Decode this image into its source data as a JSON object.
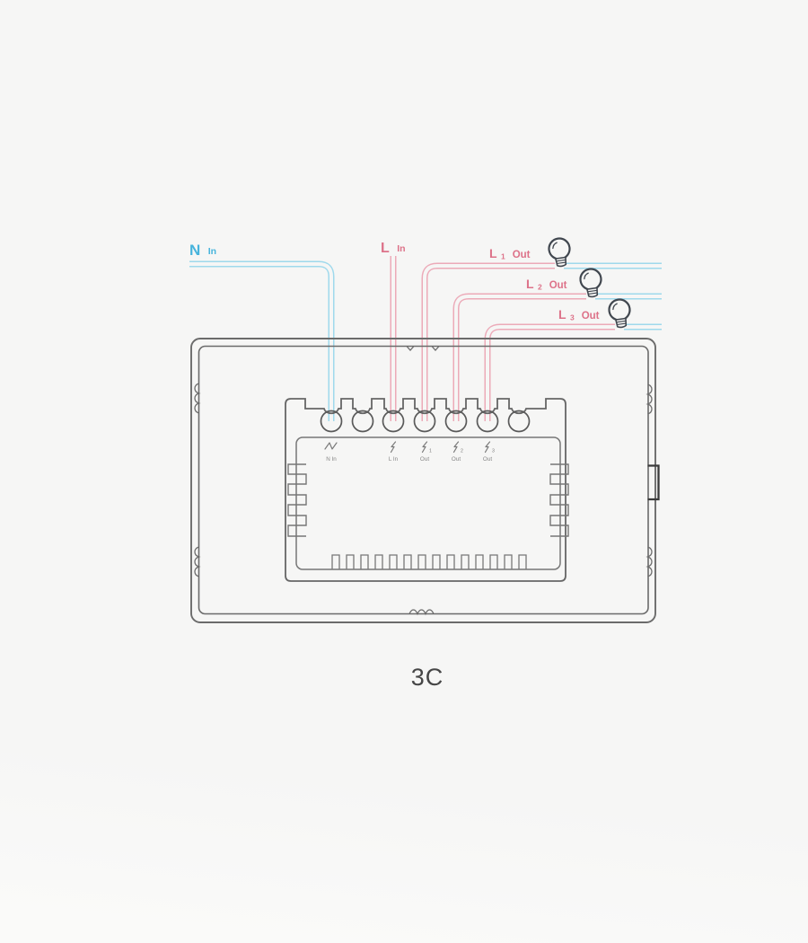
{
  "model_label": "3C",
  "wire_labels": {
    "n_in": {
      "main": "N",
      "sub": "In"
    },
    "l_in": {
      "main": "L",
      "sub": "In"
    },
    "l1_out": {
      "main": "L",
      "sub": "1",
      "rest": "Out"
    },
    "l2_out": {
      "main": "L",
      "sub": "2",
      "rest": "Out"
    },
    "l3_out": {
      "main": "L",
      "sub": "3",
      "rest": "Out"
    }
  },
  "terminals": {
    "count": 7,
    "items": [
      {
        "name": "terminal-n-in",
        "icon": "wave-icon",
        "icon_sub": "",
        "label": "N In"
      },
      {
        "name": "terminal-unused-1",
        "icon": "",
        "icon_sub": "",
        "label": ""
      },
      {
        "name": "terminal-l-in",
        "icon": "lightning-icon",
        "icon_sub": "",
        "label": "L In"
      },
      {
        "name": "terminal-l1-out",
        "icon": "lightning-icon",
        "icon_sub": "1",
        "label": "Out"
      },
      {
        "name": "terminal-l2-out",
        "icon": "lightning-icon",
        "icon_sub": "2",
        "label": "Out"
      },
      {
        "name": "terminal-l3-out",
        "icon": "lightning-icon",
        "icon_sub": "3",
        "label": "Out"
      },
      {
        "name": "terminal-unused-2",
        "icon": "",
        "icon_sub": "",
        "label": ""
      }
    ]
  },
  "bulbs": [
    "bulb-icon-1",
    "bulb-icon-2",
    "bulb-icon-3"
  ],
  "colors": {
    "background": "#f6f6f5",
    "wire_neutral": "#9fd9ec",
    "wire_live": "#ecaab8",
    "label_neutral": "#47b4dc",
    "label_live": "#dd7289",
    "outline": "#6b6b6b",
    "module_outline": "#666666",
    "plate_outline": "#777777",
    "circle_outline": "#5a5a5a",
    "bulb_outline": "#41474f",
    "terminal_text": "#858585",
    "model_text": "#464646",
    "clip_dark": "#3b3b3b"
  }
}
